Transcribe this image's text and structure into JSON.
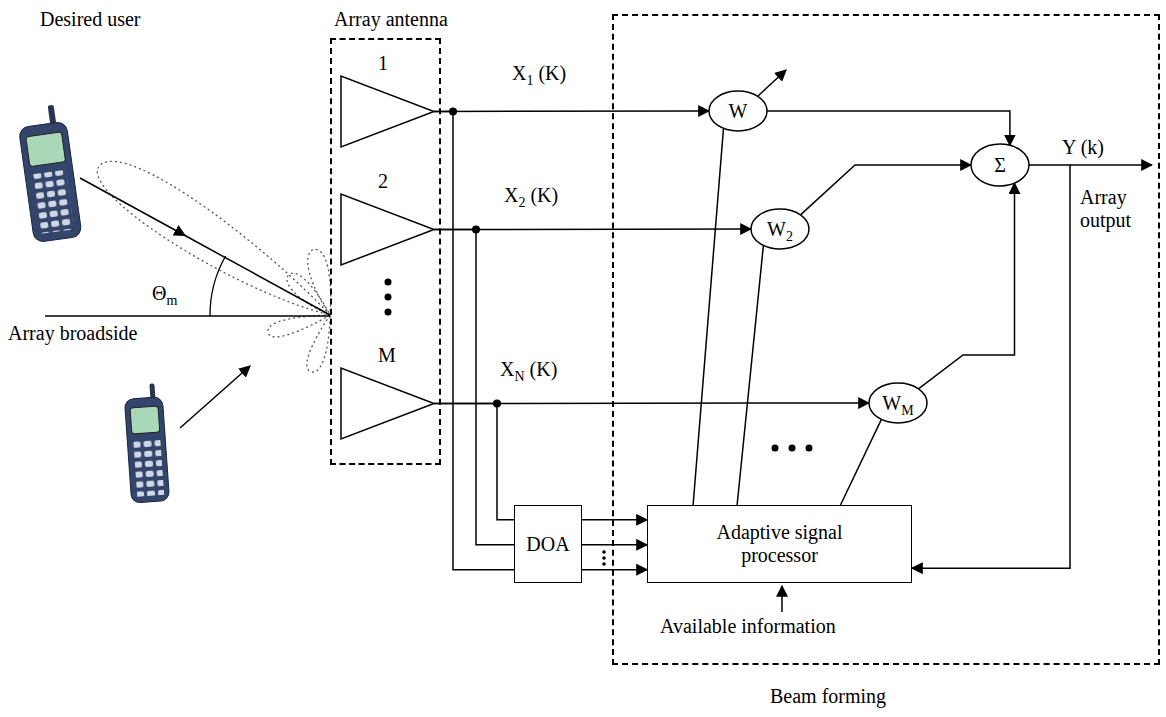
{
  "diagram": {
    "nodes": [
      {
        "text": [
          "Array antenna"
        ]
      },
      {
        "text": [
          "1"
        ],
        "in": 0
      },
      {
        "text": [
          "2"
        ],
        "in": 0
      },
      {
        "text": [
          "M"
        ],
        "in": 0
      },
      {
        "text": [
          "Beam forming"
        ]
      },
      {
        "text": [
          "W"
        ],
        "in": 4
      },
      {
        "text": [
          "W2"
        ],
        "in": 4
      },
      {
        "text": [
          "WM"
        ],
        "in": 4
      },
      {
        "text": [
          "Σ"
        ],
        "in": 4
      },
      {
        "text": [
          "DOA"
        ]
      },
      {
        "text": [
          "Adaptive signal processor"
        ],
        "in": 4
      }
    ],
    "edges": [
      {
        "from": 1,
        "to": 5,
        "arrow": "to"
      },
      {
        "from": 2,
        "to": 6,
        "arrow": "to"
      },
      {
        "from": 3,
        "to": 7,
        "arrow": "to"
      },
      {
        "from": 1,
        "to": 9,
        "arrow": "none"
      },
      {
        "from": 2,
        "to": 9,
        "arrow": "none"
      },
      {
        "from": 3,
        "to": 9,
        "arrow": "none"
      },
      {
        "from": 9,
        "to": 10,
        "arrow": "to"
      },
      {
        "from": 9,
        "to": 10,
        "arrow": "to"
      },
      {
        "from": 9,
        "to": 10,
        "arrow": "to"
      },
      {
        "from": 10,
        "to": 5,
        "arrow": "none"
      },
      {
        "from": 10,
        "to": 6,
        "arrow": "none"
      },
      {
        "from": 10,
        "to": 7,
        "arrow": "none"
      },
      {
        "from": 5,
        "to": 8,
        "arrow": "to"
      },
      {
        "from": 6,
        "to": 8,
        "arrow": "to"
      },
      {
        "from": 7,
        "to": 8,
        "arrow": "to"
      },
      {
        "from": 8,
        "to": 10,
        "arrow": "to"
      }
    ],
    "labels": [
      "Desired user",
      "Θm",
      "Array broadside",
      "X1 (K)",
      "X2 (K)",
      "XN (K)",
      "Y (k)",
      "Array output",
      "Available information"
    ]
  }
}
